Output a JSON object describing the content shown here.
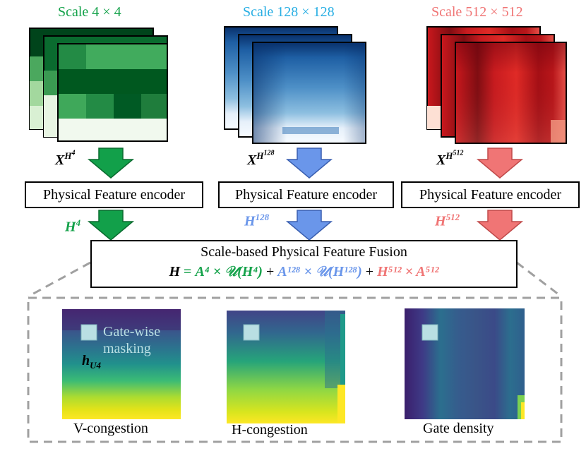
{
  "scales": [
    {
      "title": "Scale 4 × 4",
      "color": "#14a24a",
      "input_label": "X",
      "input_sup": "H",
      "input_sup2": "4",
      "encoder_label": "Physical Feature encoder",
      "output_label": "H",
      "output_sup": "4"
    },
    {
      "title": "Scale 128 × 128",
      "color": "#27aee3",
      "input_label": "X",
      "input_sup": "H",
      "input_sup2": "128",
      "encoder_label": "Physical Feature encoder",
      "output_label": "H",
      "output_sup": "128"
    },
    {
      "title": "Scale 512 × 512",
      "color": "#f07575",
      "input_label": "X",
      "input_sup": "H",
      "input_sup2": "512",
      "encoder_label": "Physical Feature encoder",
      "output_label": "H",
      "output_sup": "512"
    }
  ],
  "arrow_colors": [
    "#12a04a",
    "#6a96ea",
    "#f07575"
  ],
  "fusion": {
    "title": "Scale-based Physical Feature Fusion",
    "eq_H": "H",
    "eq_eq": " = ",
    "eq_t1": "A⁴ × 𝒰(H⁴)",
    "eq_plus1": " + ",
    "eq_t2": "A¹²⁸ × 𝒰(H¹²⁸)",
    "eq_plus2": " + ",
    "eq_t3": "H⁵¹² × A⁵¹²"
  },
  "eq_colors": {
    "t1": "#14a24a",
    "t2": "#6a96ea",
    "t3": "#f07575"
  },
  "panels": [
    {
      "caption": "V-congestion"
    },
    {
      "caption": "H-congestion"
    },
    {
      "caption": "Gate density"
    }
  ],
  "mask_label_line1": "Gate-wise",
  "mask_label_line2": "masking",
  "hu4_label": "h",
  "hu4_sub": "U4",
  "mask_color": "#b9dfe3"
}
